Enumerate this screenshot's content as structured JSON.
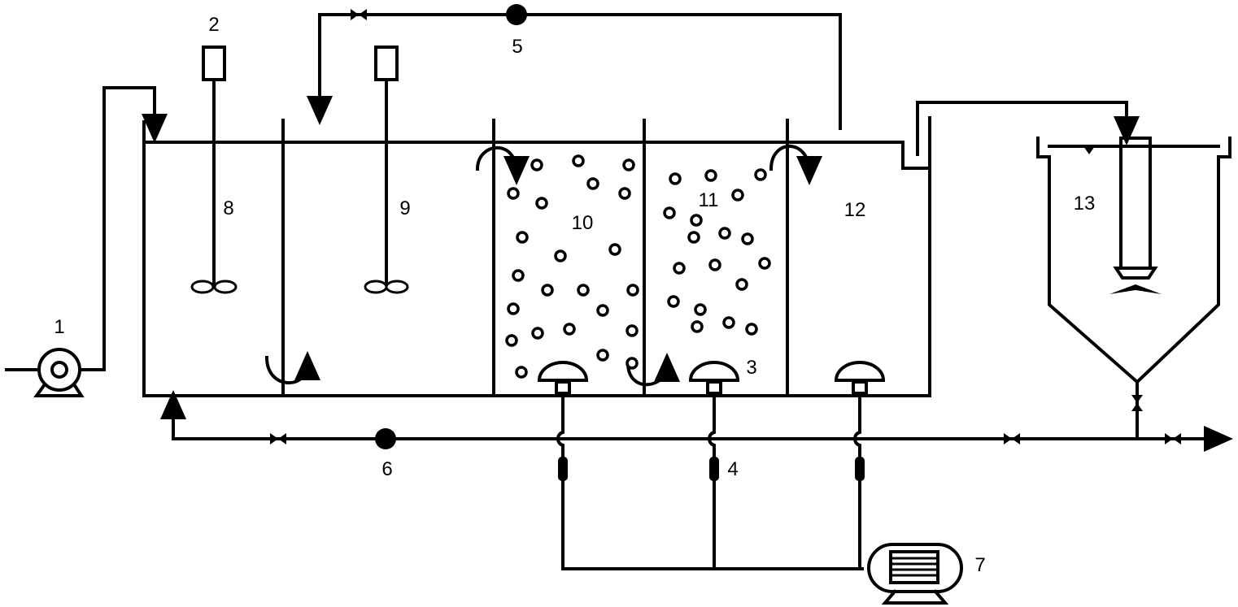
{
  "labels": {
    "pump": "1",
    "motor_left": "2",
    "diffuser": "3",
    "flowmeter": "4",
    "return_pump": "5",
    "sludge_pump": "6",
    "blower": "7",
    "tank_8": "8",
    "tank_9": "9",
    "tank_10": "10",
    "tank_11": "11",
    "tank_12": "12",
    "clarifier": "13"
  }
}
